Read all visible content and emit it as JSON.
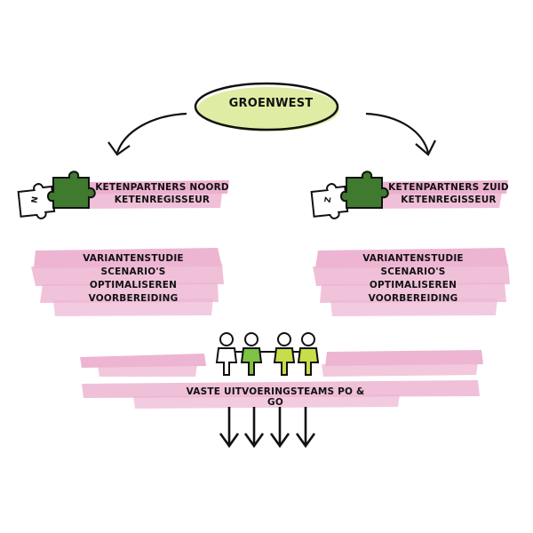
{
  "title": "Groenwest",
  "colors": {
    "highlight_pink": "#e9a3c7",
    "ellipse_fill": "#dfeca4",
    "puzzle_green": "#3f7a2f",
    "figure_green": "#7dc242",
    "figure_yellow": "#c9dc4a"
  },
  "north": {
    "puzzle_letter": "N",
    "partner_line1": "Ketenpartners Noord",
    "partner_line2": "Ketenregisseur",
    "variants": [
      "Variantenstudie",
      "Scenario's",
      "Optimaliseren",
      "Voorbereiding"
    ]
  },
  "south": {
    "puzzle_letter": "Z",
    "partner_line1": "Ketenpartners Zuid",
    "partner_line2": "Ketenregisseur",
    "variants": [
      "Variantenstudie",
      "Scenario's",
      "Optimaliseren",
      "Voorbereiding"
    ]
  },
  "teams": {
    "label": "Vaste uitvoeringsteams PO & GO",
    "figure_count": 4,
    "arrow_count": 4
  }
}
